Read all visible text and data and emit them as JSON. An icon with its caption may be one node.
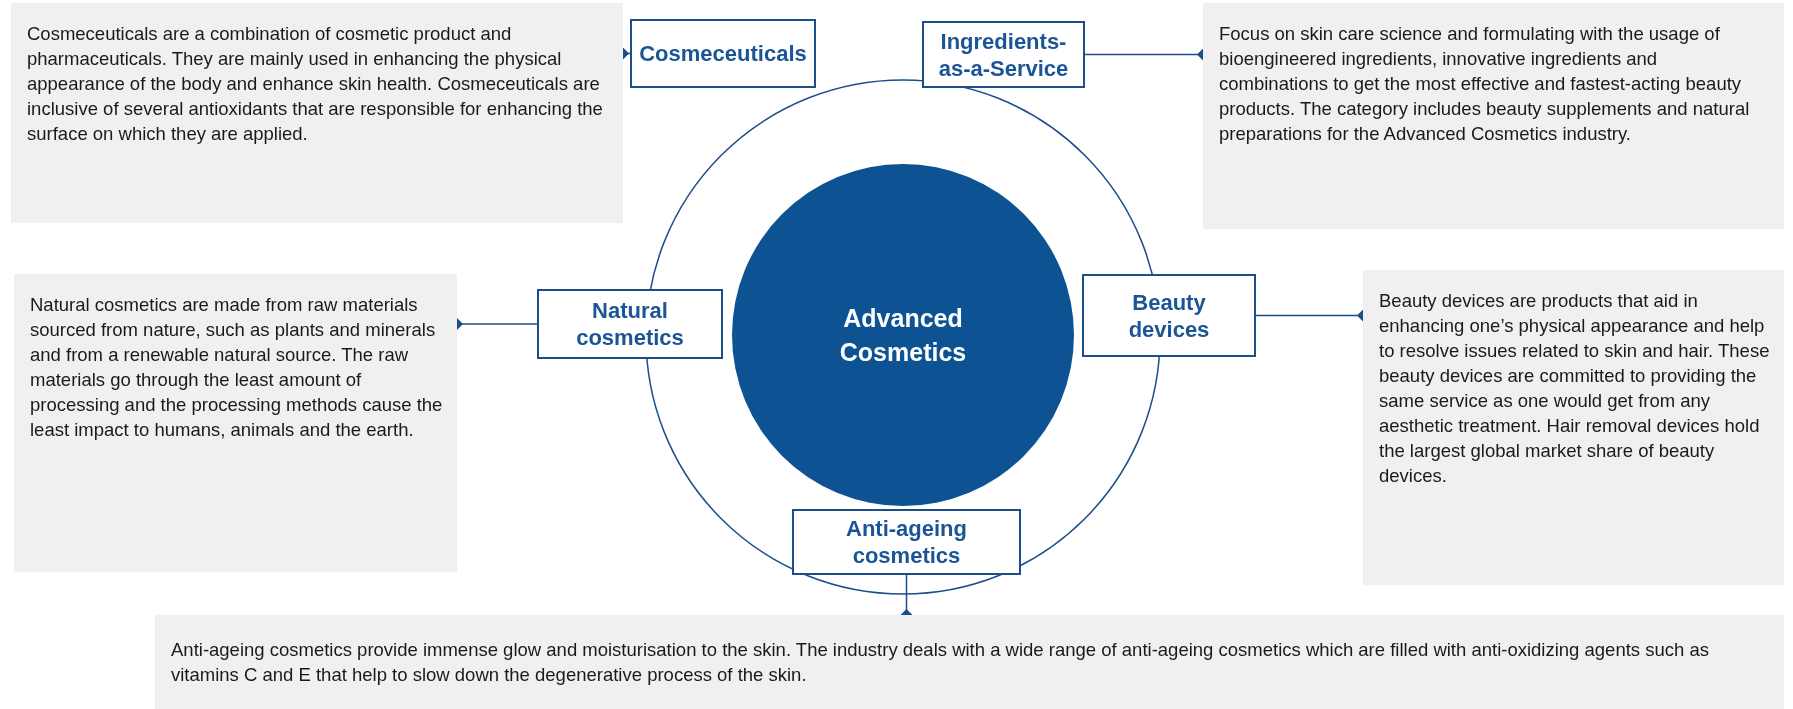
{
  "diagram": {
    "nodes": [
      {
        "text": [
          "Advanced Cosmetics"
        ]
      },
      {
        "text": [
          "Cosmeceuticals"
        ]
      },
      {
        "text": [
          "Ingredients-as-a-Service"
        ]
      },
      {
        "text": [
          "Natural cosmetics"
        ]
      },
      {
        "text": [
          "Beauty devices"
        ]
      },
      {
        "text": [
          "Anti-ageing cosmetics"
        ]
      },
      {
        "text": [
          "Cosmeceuticals are a combination of cosmetic product and pharmaceuticals. They are mainly used in enhancing the physical appearance of the body and enhance skin health. Cosmeceuticals are inclusive of several antioxidants that are responsible for enhancing the surface on which they are applied."
        ]
      },
      {
        "text": [
          "Focus on skin care science and formulating with the usage of bioengineered ingredients, innovative ingredients and combinations to get the most effective and fastest-acting beauty products. The category includes beauty supplements and natural preparations for the Advanced Cosmetics industry."
        ]
      },
      {
        "text": [
          "Natural cosmetics are made from raw materials sourced from nature, such as plants and minerals and from a renewable natural source. The raw materials go through the least amount of processing and the processing methods cause the least impact to humans, animals and the earth."
        ]
      },
      {
        "text": [
          "Beauty devices are products that aid in enhancing one’s physical appearance and help to resolve issues related to skin and hair. These beauty devices are committed to providing the same service as one would get from any aesthetic treatment. Hair removal devices hold the largest global market share of beauty devices."
        ]
      },
      {
        "text": [
          "Anti-ageing cosmetics provide immense glow and moisturisation to the skin. The industry deals with a wide range of anti-ageing cosmetics which are filled with anti-oxidizing agents such as vitamins C and E that help to slow down the degenerative process of the skin."
        ]
      }
    ],
    "edges": [
      {
        "from": 1,
        "to": 6,
        "arrow": "other"
      },
      {
        "from": 2,
        "to": 7,
        "arrow": "other"
      },
      {
        "from": 3,
        "to": 8,
        "arrow": "other"
      },
      {
        "from": 4,
        "to": 9,
        "arrow": "other"
      },
      {
        "from": 5,
        "to": 10,
        "arrow": "other"
      }
    ]
  }
}
